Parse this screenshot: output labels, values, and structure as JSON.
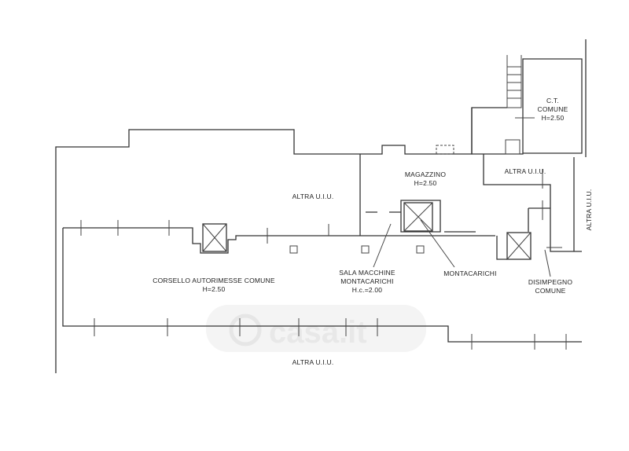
{
  "title": "Floor plan",
  "rooms": {
    "corsello": {
      "name": "CORSELLO AUTORIMESSE COMUNE",
      "height": "H=2.50"
    },
    "magazzino": {
      "name": "MAGAZZINO",
      "height": "H=2.50"
    },
    "ct": {
      "line1": "C.T.",
      "line2": "COMUNE",
      "height": "H=2.50"
    },
    "sala": {
      "line1": "SALA MACCHINE",
      "line2": "MONTACARICHI",
      "height": "H.c.=2.00"
    },
    "montacarichi": {
      "name": "MONTACARICHI"
    },
    "disimpegno": {
      "line1": "DISIMPEGNO",
      "line2": "COMUNE"
    },
    "altra_top_left": "ALTRA U.I.U.",
    "altra_top_right": "ALTRA U.I.U.",
    "altra_right": "ALTRA U.I.U.",
    "altra_bottom": "ALTRA U.I.U."
  },
  "watermark": "casa.it"
}
